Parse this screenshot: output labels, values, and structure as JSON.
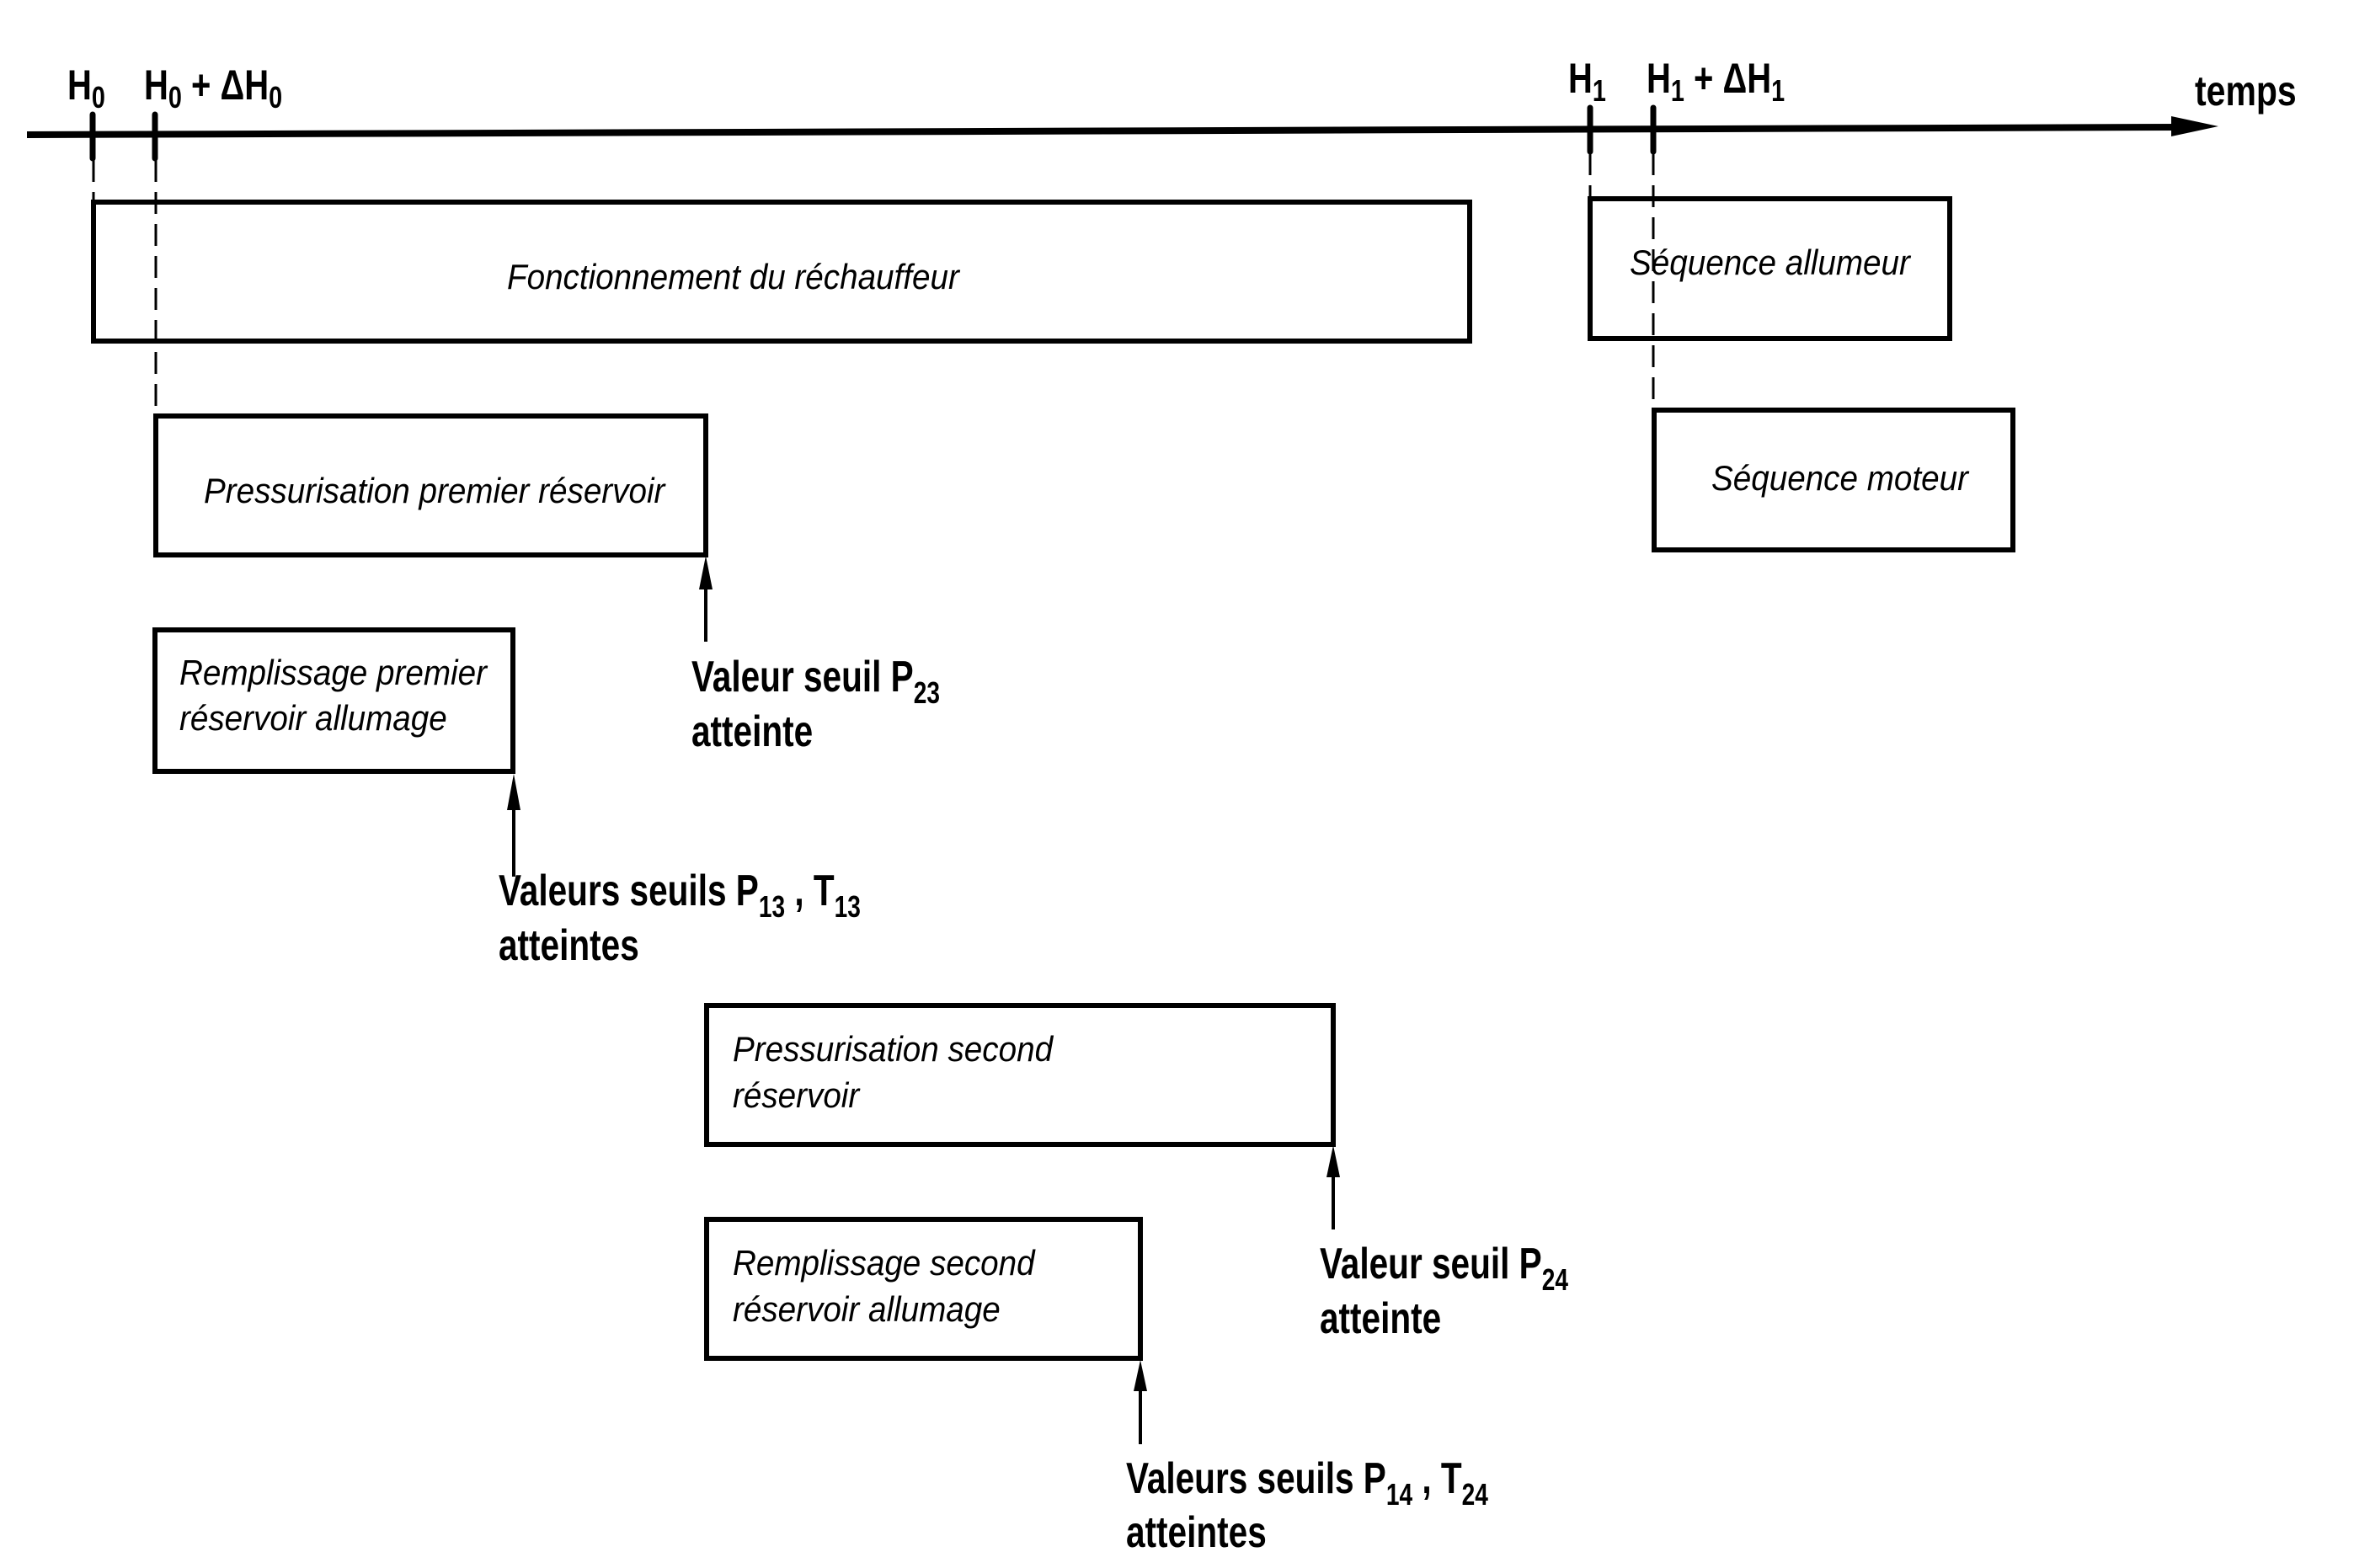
{
  "diagram": {
    "axis": {
      "label": "temps",
      "markers": {
        "h0": {
          "base": "H",
          "sub": "0"
        },
        "h0_delta": {
          "base": "H",
          "sub": "0",
          "plus": " + ",
          "delta": "ΔH",
          "delta_sub": "0"
        },
        "h1": {
          "base": "H",
          "sub": "1"
        },
        "h1_delta": {
          "base": "H",
          "sub": "1",
          "plus": " + ",
          "delta": "ΔH",
          "delta_sub": "1"
        }
      }
    },
    "boxes": {
      "rechauffeur": {
        "lines": [
          "Fonctionnement du réchauffeur"
        ]
      },
      "pressurisation_premier": {
        "lines": [
          "Pressurisation premier réservoir"
        ]
      },
      "remplissage_premier": {
        "lines": [
          "Remplissage premier",
          "réservoir allumage"
        ]
      },
      "pressurisation_second": {
        "lines": [
          "Pressurisation second",
          "réservoir"
        ]
      },
      "remplissage_second": {
        "lines": [
          "Remplissage second",
          "réservoir allumage"
        ]
      },
      "sequence_allumeur": {
        "lines": [
          "Séquence allumeur"
        ]
      },
      "sequence_moteur": {
        "lines": [
          "Séquence moteur"
        ]
      }
    },
    "events": {
      "p23": {
        "pre": "Valeur seuil P",
        "sub1": "23",
        "mid": "",
        "sub2": "",
        "line2": "atteinte"
      },
      "p13_t13": {
        "pre": "Valeurs seuils P",
        "sub1": "13",
        "mid": " , T",
        "sub2": "13",
        "line2": "atteintes"
      },
      "p24": {
        "pre": "Valeur seuil P",
        "sub1": "24",
        "mid": "",
        "sub2": "",
        "line2": "atteinte"
      },
      "p14_t24": {
        "pre": "Valeurs seuils P",
        "sub1": "14",
        "mid": " , T",
        "sub2": "24",
        "line2": "atteintes"
      }
    }
  }
}
